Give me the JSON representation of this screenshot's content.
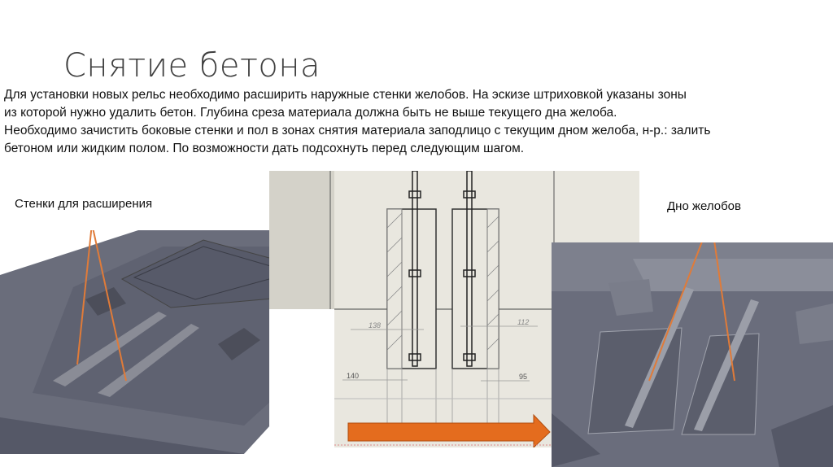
{
  "slide": {
    "title": "Снятие бетона",
    "paragraph_lines": [
      "Для установки новых рельс необходимо расширить наружные стенки желобов. На эскизе штриховкой указаны зоны",
      " из которой нужно удалить бетон. Глубина среза материала должна быть не выше текущего дна желоба.",
      "Необходимо зачистить боковые стенки и пол в зонах снятия материала заподлицо с текущим дном желоба, н-р.: залить",
      "бетоном или жидким полом. По возможности дать подсохнуть перед следующим шагом."
    ],
    "label_left": "Стенки для расширения",
    "label_right": "Дно желобов",
    "drawing": {
      "dim_138": "138",
      "dim_112": "112",
      "dim_140": "140",
      "dim_95": "95"
    }
  },
  "colors": {
    "arrow_annotation": "#e07b39",
    "direction_arrow": "#e46c1e",
    "render_gray": "#5c5f6e",
    "drawing_bg": "#e9e7df"
  }
}
